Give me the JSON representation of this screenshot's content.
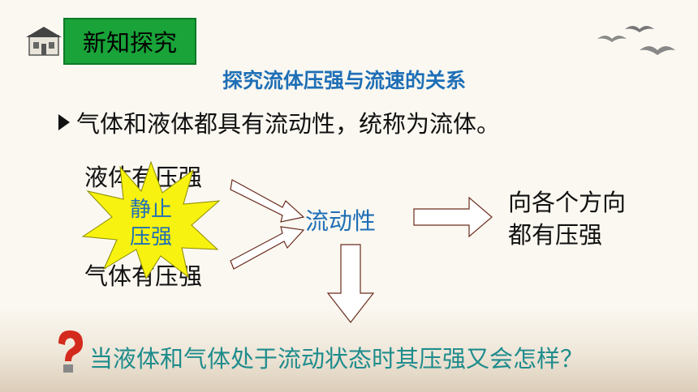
{
  "header": {
    "badge": "新知探究"
  },
  "subtitle": "探究流体压强与流速的关系",
  "bullet": "气体和液体都具有流动性，统称为流体。",
  "diagram": {
    "left_top": "液体有压强",
    "left_bottom": "气体有压强",
    "star_line1": "静止",
    "star_line2": "压强",
    "center": "流动性",
    "right_line1": "向各个方向",
    "right_line2": "都有压强"
  },
  "question": "当液体和气体处于流动状态时其压强又会怎样？",
  "colors": {
    "badge": "#19a338",
    "accent_blue": "#1f6fb6",
    "star": "#f7f20f",
    "question_text": "#1f8c8c"
  },
  "icons": [
    "house-icon",
    "birds-icon",
    "question-mark-icon"
  ]
}
